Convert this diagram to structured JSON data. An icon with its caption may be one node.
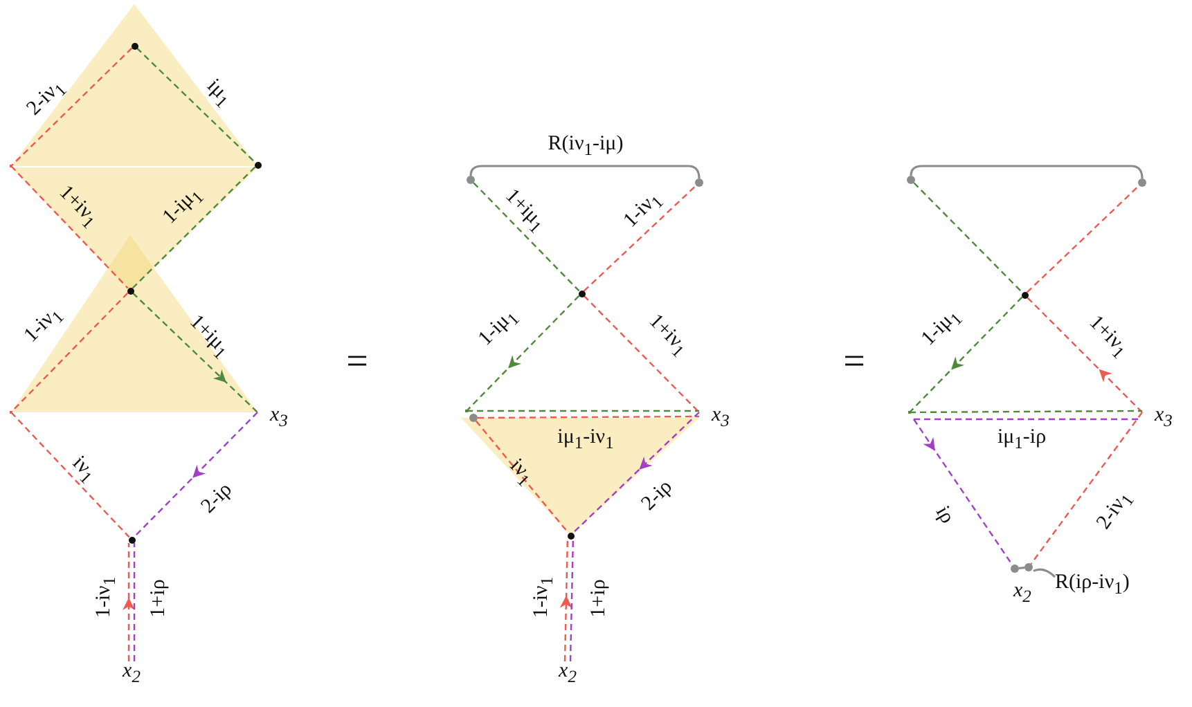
{
  "diagram": {
    "nodes": [
      {
        "text": [],
        "shape": "circle"
      },
      {
        "text": [],
        "shape": "corner"
      },
      {
        "text": [],
        "shape": "circle"
      },
      {
        "text": [],
        "shape": "circle"
      },
      {
        "text": [],
        "shape": "corner"
      },
      {
        "text": [
          "x$_{3}$"
        ]
      },
      {
        "text": [],
        "shape": "circle"
      },
      {
        "text": [
          "x$_{2}$"
        ]
      },
      {
        "text": [],
        "shape": "circle"
      },
      {
        "text": [],
        "shape": "circle"
      },
      {
        "text": [],
        "shape": "circle"
      },
      {
        "text": [],
        "shape": "corner"
      },
      {
        "text": [
          "x$_{3}$"
        ]
      },
      {
        "text": [],
        "shape": "circle"
      },
      {
        "text": [],
        "shape": "circle"
      },
      {
        "text": [
          "x$_{2}$"
        ]
      },
      {
        "text": [],
        "shape": "circle"
      },
      {
        "text": [],
        "shape": "circle"
      },
      {
        "text": [],
        "shape": "circle"
      },
      {
        "text": [],
        "shape": "corner"
      },
      {
        "text": [
          "x$_{3}$"
        ]
      },
      {
        "text": [],
        "shape": "circle",
        "beside": [
          "x$_{2}$"
        ]
      },
      {
        "text": [],
        "shape": "circle"
      },
      {
        "text": [
          "R(iρ-iν$_{1}$)"
        ]
      }
    ],
    "edges": [
      {
        "from": 0,
        "to": 1,
        "arrow": "none",
        "label": "2-iν$_{1}$",
        "style": "dashed"
      },
      {
        "from": 0,
        "to": 2,
        "arrow": "none",
        "label": "iμ$_{1}$",
        "style": "dashed",
        "color": "#4f8a3c"
      },
      {
        "from": 1,
        "to": 3,
        "arrow": "none",
        "label": "1+iν$_{1}$",
        "style": "dashed"
      },
      {
        "from": 2,
        "to": 3,
        "arrow": "none",
        "label": "1-iμ$_{1}$",
        "style": "dashed",
        "color": "#4f8a3c"
      },
      {
        "from": 3,
        "to": 4,
        "arrow": "none",
        "label": "1-iν$_{1}$",
        "style": "dashed"
      },
      {
        "from": 3,
        "to": 5,
        "arrow": "to",
        "label": "1+iμ$_{1}$",
        "style": "dashed",
        "color": "#4f8a3c"
      },
      {
        "from": 4,
        "to": 6,
        "arrow": "none",
        "label": "iν$_{1}$",
        "style": "dashed"
      },
      {
        "from": 5,
        "to": 6,
        "arrow": "to",
        "label": "2-iρ",
        "style": "dashed",
        "color": "#a23fc9"
      },
      {
        "from": 7,
        "to": 6,
        "arrow": "to",
        "label": "1-iν$_{1}$",
        "style": "dashed"
      },
      {
        "from": 7,
        "to": 6,
        "arrow": "none",
        "label": "1+iρ",
        "style": "dashed",
        "color": "#a23fc9"
      },
      {
        "from": 8,
        "to": 9,
        "arrow": "none",
        "label": "R(iν$_{1}$-iμ)",
        "color": "#8c8c8c"
      },
      {
        "from": 8,
        "to": 10,
        "arrow": "none",
        "label": "1+iμ$_{1}$",
        "style": "dashed",
        "color": "#4f8a3c"
      },
      {
        "from": 10,
        "to": 9,
        "arrow": "none",
        "label": "1-iν$_{1}$",
        "style": "dashed"
      },
      {
        "from": 10,
        "to": 11,
        "arrow": "to",
        "label": "1-iμ$_{1}$",
        "style": "dashed",
        "color": "#4f8a3c"
      },
      {
        "from": 10,
        "to": 12,
        "arrow": "none",
        "label": "1+iν$_{1}$",
        "style": "dashed"
      },
      {
        "from": 11,
        "to": 12,
        "arrow": "none",
        "style": "dashed",
        "color": "#4f8a3c"
      },
      {
        "from": 13,
        "to": 12,
        "arrow": "none",
        "label": "iμ$_{1}$-iν$_{1}$",
        "style": "dashed"
      },
      {
        "from": 13,
        "to": 14,
        "arrow": "none",
        "label": "iν$_{1}$",
        "style": "dashed"
      },
      {
        "from": 12,
        "to": 14,
        "arrow": "to",
        "label": "2-iρ",
        "style": "dashed",
        "color": "#a23fc9"
      },
      {
        "from": 15,
        "to": 14,
        "arrow": "to",
        "label": "1-iν$_{1}$",
        "style": "dashed"
      },
      {
        "from": 15,
        "to": 14,
        "arrow": "none",
        "label": "1+iρ",
        "style": "dashed",
        "color": "#a23fc9"
      },
      {
        "from": 16,
        "to": 17,
        "arrow": "none",
        "color": "#8c8c8c"
      },
      {
        "from": 16,
        "to": 18,
        "arrow": "none",
        "style": "dashed",
        "color": "#4f8a3c"
      },
      {
        "from": 18,
        "to": 17,
        "arrow": "none",
        "style": "dashed"
      },
      {
        "from": 18,
        "to": 19,
        "arrow": "to",
        "label": "1-iμ$_{1}$",
        "style": "dashed",
        "color": "#4f8a3c"
      },
      {
        "from": 20,
        "to": 18,
        "arrow": "to",
        "label": "1+iν$_{1}$",
        "style": "dashed"
      },
      {
        "from": 19,
        "to": 20,
        "arrow": "none",
        "style": "dashed",
        "color": "#4f8a3c"
      },
      {
        "from": 19,
        "to": 20,
        "arrow": "none",
        "label": "iμ$_{1}$-iρ",
        "style": "dashed",
        "color": "#a23fc9"
      },
      {
        "from": 19,
        "to": 21,
        "arrow": "to",
        "label": "iρ",
        "style": "dashed",
        "color": "#a23fc9"
      },
      {
        "from": 20,
        "to": 22,
        "arrow": "none",
        "label": "2-iν$_{1}$",
        "style": "dashed"
      },
      {
        "from": 21,
        "to": 22,
        "arrow": "none",
        "color": "#8c8c8c"
      },
      {
        "from": 22,
        "to": 23,
        "arrow": "none",
        "color": "#8c8c8c"
      }
    ],
    "labels": [
      "=",
      "="
    ]
  }
}
